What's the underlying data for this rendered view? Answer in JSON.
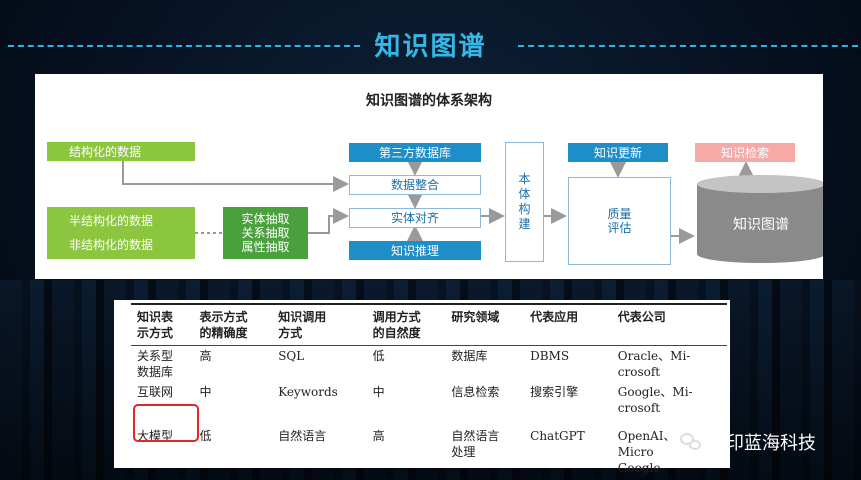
{
  "page": {
    "title": "知识图谱"
  },
  "diagram": {
    "title": "知识图谱的体系架构",
    "inputs": {
      "structured": "结构化的数据",
      "semi_structured": "半结构化的数据",
      "unstructured": "非结构化的数据"
    },
    "extraction": [
      "实体抽取",
      "关系抽取",
      "属性抽取"
    ],
    "third_party_db": "第三方数据库",
    "data_integration": "数据整合",
    "entity_alignment": "实体对齐",
    "knowledge_reasoning": "知识推理",
    "ontology": [
      "本",
      "体",
      "构",
      "建"
    ],
    "knowledge_update": "知识更新",
    "quality": [
      "质量",
      "评估"
    ],
    "knowledge_retrieval": "知识检索",
    "knowledge_graph": "知识图谱",
    "colors": {
      "green": "#8cc63f",
      "dark_green": "#4aa03d",
      "blue": "#1d8ec8",
      "pink": "#f6a9a5",
      "cylinder": "#8a8a8a"
    }
  },
  "table": {
    "headers": [
      [
        "知识表",
        "示方式"
      ],
      [
        "表示方式",
        "的精确度"
      ],
      [
        "知识调用",
        "方式"
      ],
      [
        "调用方式",
        "的自然度"
      ],
      [
        "研究领域"
      ],
      [
        "代表应用"
      ],
      [
        "代表公司"
      ]
    ],
    "rows": [
      [
        [
          "关系型",
          "数据库"
        ],
        [
          "高"
        ],
        [
          "SQL"
        ],
        [
          "低"
        ],
        [
          "数据库"
        ],
        [
          "DBMS"
        ],
        [
          "Oracle、Mi-",
          "crosoft"
        ]
      ],
      [
        [
          "互联网"
        ],
        [
          "中"
        ],
        [
          "Keywords"
        ],
        [
          "中"
        ],
        [
          "信息检索"
        ],
        [
          "搜索引擎"
        ],
        [
          "Google、Mi-",
          "crosoft"
        ]
      ],
      [
        [
          "大模型"
        ],
        [
          "低"
        ],
        [
          "自然语言"
        ],
        [
          "高"
        ],
        [
          "自然语言",
          "处理"
        ],
        [
          "ChatGPT"
        ],
        [
          "OpenAI、",
          "Micro",
          "Google"
        ]
      ]
    ],
    "highlight_color": "#e0262b"
  },
  "watermark": {
    "text": "大印蓝海科技",
    "icon": "wechat-icon"
  }
}
